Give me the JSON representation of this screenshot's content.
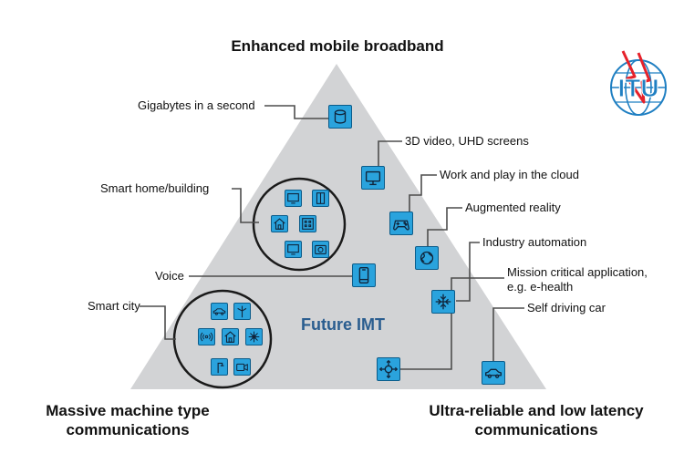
{
  "corners": {
    "top": "Enhanced mobile broadband",
    "bottom_left": [
      "Massive machine type",
      "communications"
    ],
    "bottom_right": [
      "Ultra-reliable and low latency",
      "communications"
    ]
  },
  "center_label": "Future IMT",
  "logo_text": "ITU",
  "labels": {
    "gigabytes": "Gigabytes in a second",
    "video": "3D video, UHD screens",
    "cloud": "Work and play in the cloud",
    "ar": "Augmented reality",
    "industry": "Industry automation",
    "mission": [
      "Mission critical application,",
      "e.g. e-health"
    ],
    "self_driving": "Self driving car",
    "smart_home": "Smart home/building",
    "voice": "Voice",
    "smart_city": "Smart city"
  },
  "icons": {
    "gigabytes": "database-icon",
    "video": "monitor-icon",
    "cloud": "game-controller-icon",
    "ar": "globe-icon",
    "mission": "arrows-in-icon",
    "industry": "target-arrows-icon",
    "self_driving": "car-icon",
    "voice": "smartphone-icon",
    "smart_home": [
      "tv-icon",
      "window-icon",
      "house-icon",
      "building-icon",
      "tv-icon",
      "camera-icon"
    ],
    "smart_city": [
      "car-icon",
      "wind-turbine-icon",
      "broadcast-icon",
      "house-icon",
      "satellite-icon",
      "street-light-icon",
      "video-camera-icon"
    ]
  },
  "colors": {
    "triangle": "#d2d3d5",
    "tile": "#2aa3dd",
    "tile_border": "#0b5c8a",
    "connector": "#4d4d4d",
    "center_text": "#2a5d8f",
    "logo": "#1f7fc2",
    "logo_lightning": "#e6212a"
  }
}
